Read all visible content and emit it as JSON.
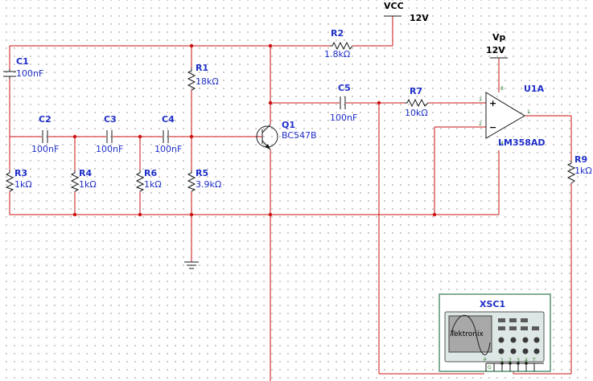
{
  "supply": {
    "vcc_name": "VCC",
    "vcc_value": "12V",
    "vp_name": "Vp",
    "vp_value": "12V"
  },
  "components": {
    "C1": {
      "ref": "C1",
      "value": "100nF"
    },
    "C2": {
      "ref": "C2",
      "value": "100nF"
    },
    "C3": {
      "ref": "C3",
      "value": "100nF"
    },
    "C4": {
      "ref": "C4",
      "value": "100nF"
    },
    "C5": {
      "ref": "C5",
      "value": "100nF"
    },
    "R1": {
      "ref": "R1",
      "value": "18kΩ"
    },
    "R2": {
      "ref": "R2",
      "value": "1.8kΩ"
    },
    "R3": {
      "ref": "R3",
      "value": "1kΩ"
    },
    "R4": {
      "ref": "R4",
      "value": "1kΩ"
    },
    "R5": {
      "ref": "R5",
      "value": "3.9kΩ"
    },
    "R6": {
      "ref": "R6",
      "value": "1kΩ"
    },
    "R7": {
      "ref": "R7",
      "value": "10kΩ"
    },
    "R9": {
      "ref": "R9",
      "value": "1kΩ"
    },
    "Q1": {
      "ref": "Q1",
      "value": "BC547B"
    },
    "U1A": {
      "ref": "U1A",
      "value": "LM358AD"
    }
  },
  "opamp_pins": {
    "plus": "+",
    "minus": "−",
    "p3": "3",
    "p2": "2",
    "p1": "1",
    "p8": "8",
    "p4": "4"
  },
  "oscilloscope": {
    "ref": "XSC1",
    "brand": "Tektronix",
    "terminals": [
      "P",
      "G",
      "1",
      "2",
      "3",
      "4",
      "T"
    ]
  }
}
